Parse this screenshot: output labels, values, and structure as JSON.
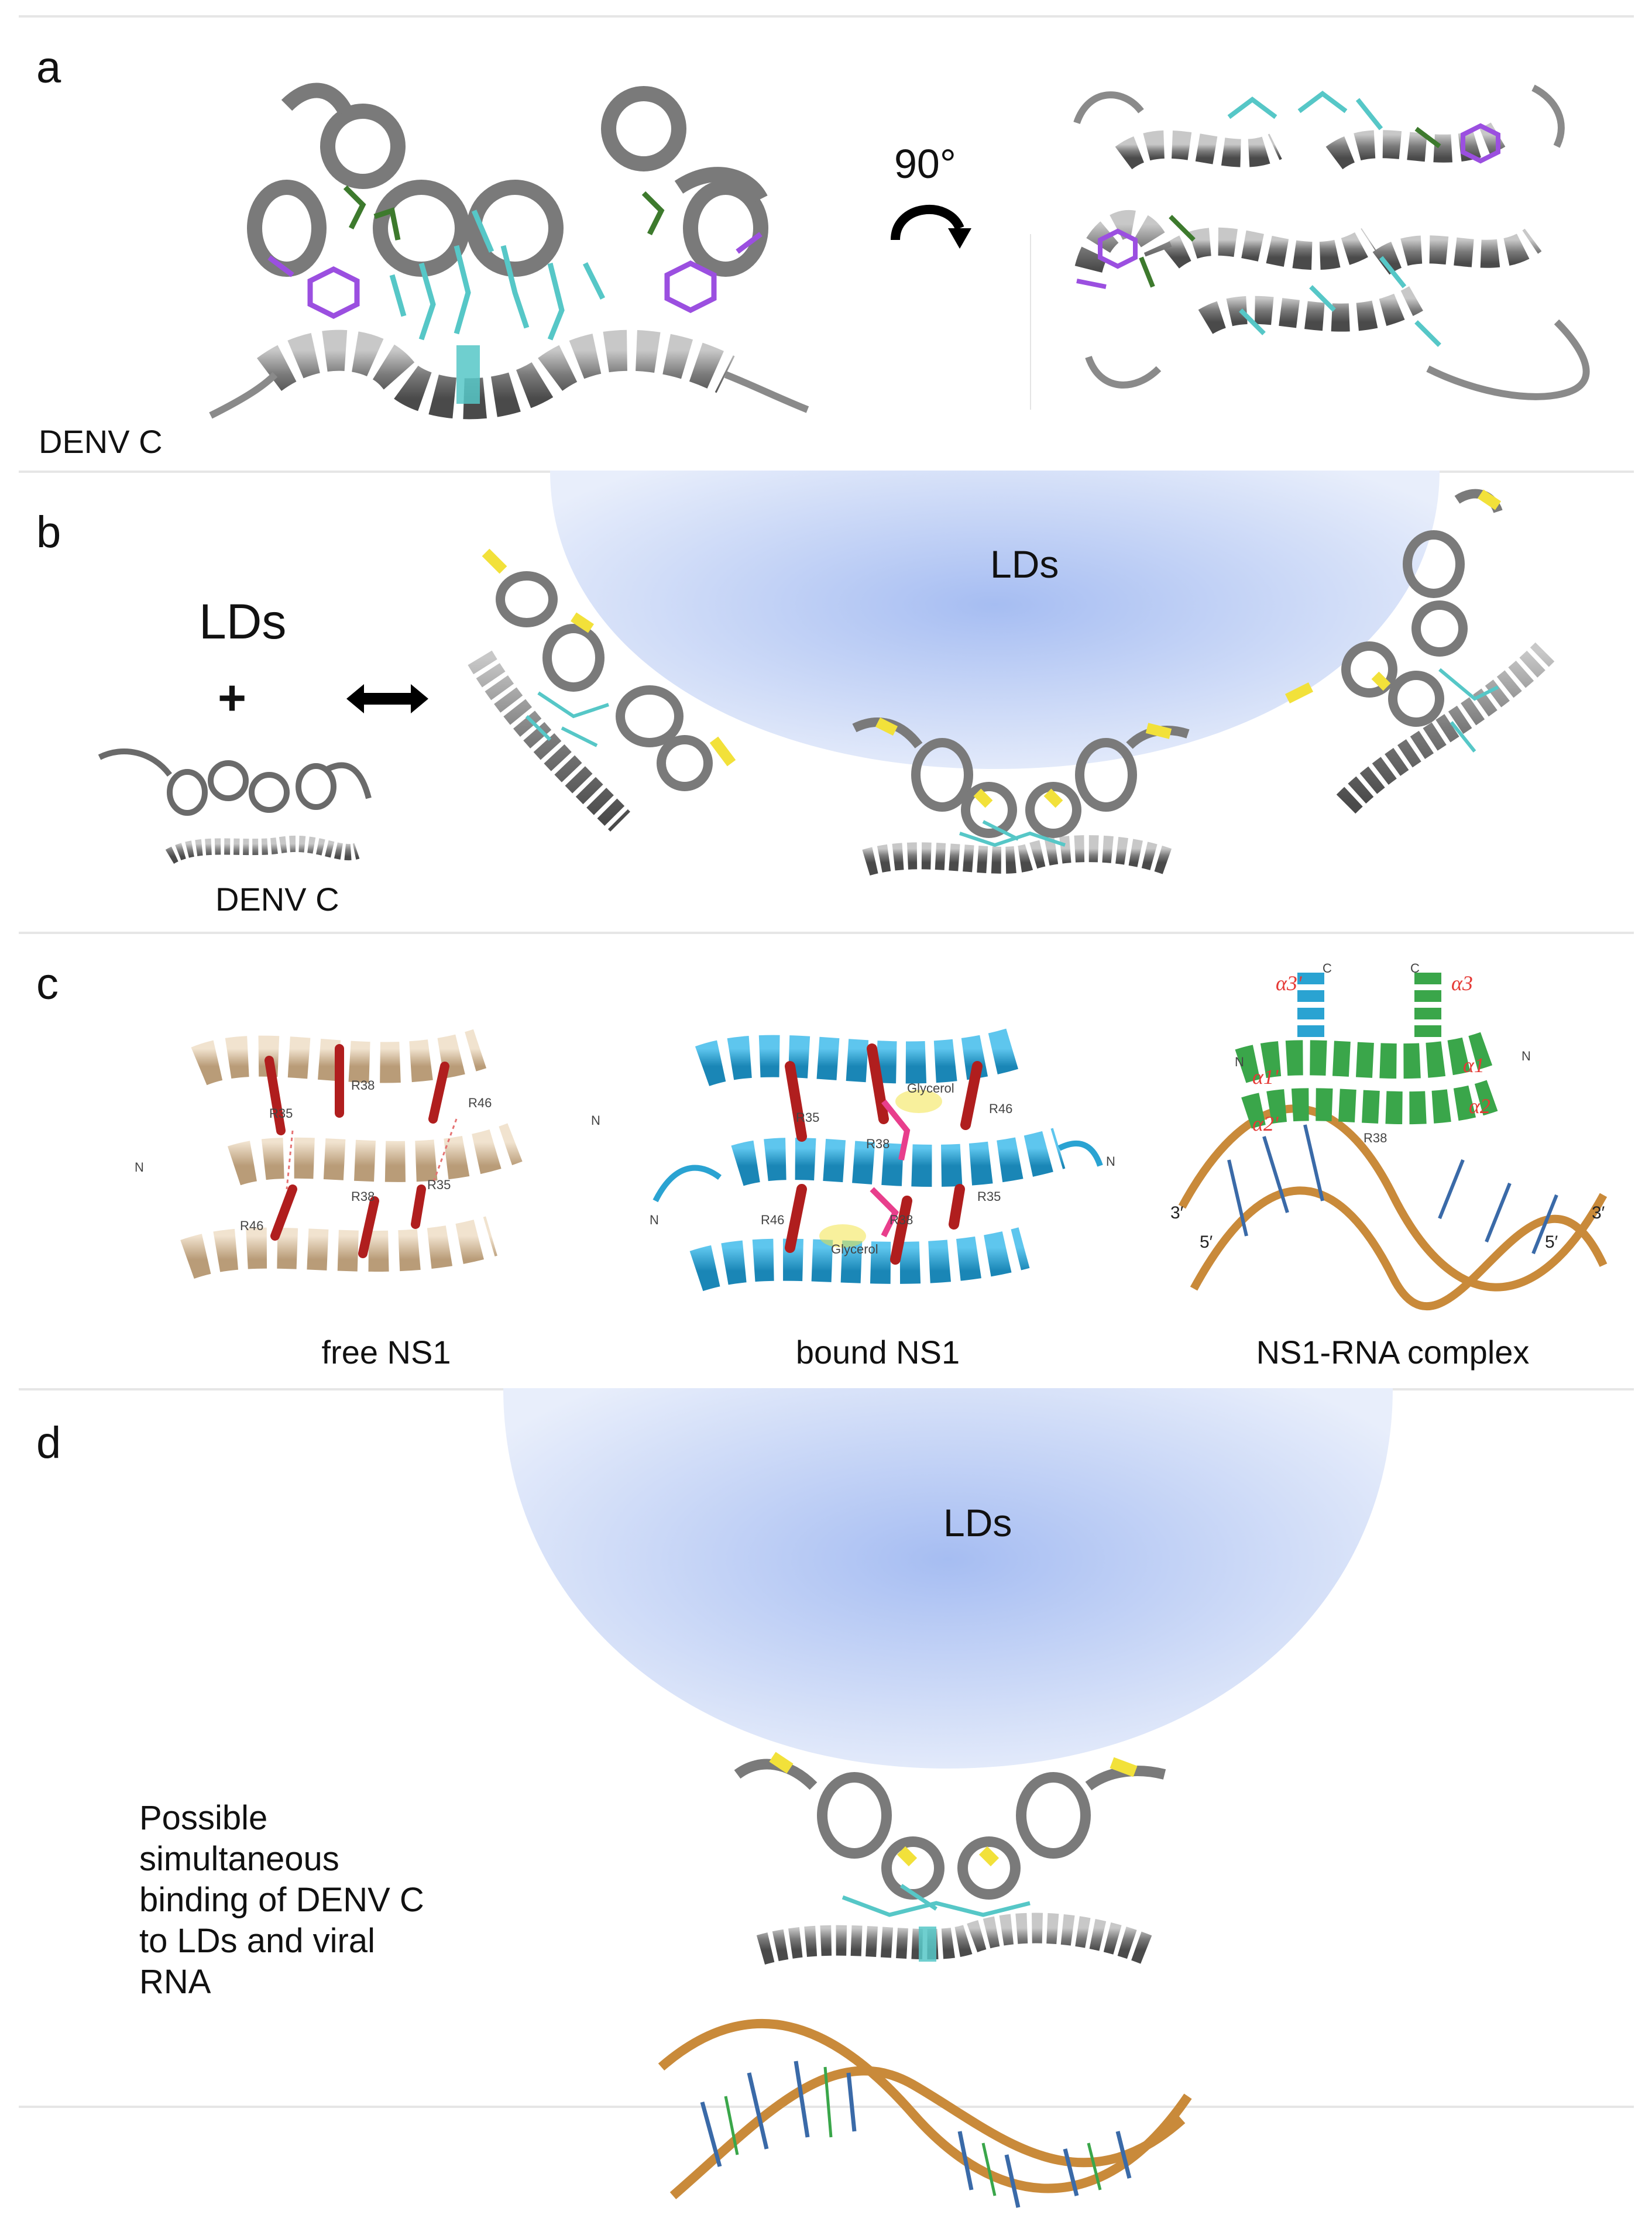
{
  "panels": {
    "a": {
      "label": "a",
      "rotation": "90°",
      "caption": "DENV C"
    },
    "b": {
      "label": "b",
      "lds_left": "LDs",
      "plus": "+",
      "caption": "DENV C",
      "lds_droplet": "LDs"
    },
    "c": {
      "label": "c",
      "captions": [
        "free NS1",
        "bound NS1",
        "NS1-RNA complex"
      ],
      "free_residues": [
        "R35",
        "R38",
        "R46",
        "R46",
        "R38",
        "R35"
      ],
      "bound_residues": [
        "R35",
        "R38",
        "R46",
        "R46",
        "R38",
        "R35"
      ],
      "bound_ligands": [
        "Glycerol",
        "Glycerol"
      ],
      "complex_labels": {
        "a3p": "α3'",
        "a3": "α3",
        "a1p": "α1'",
        "a1": "α1",
        "a2p": "α2'",
        "a2": "α2",
        "c1": "C",
        "c2": "C",
        "n1": "N",
        "n2": "N",
        "p3a": "3′",
        "p5a": "5′",
        "p5b": "5′",
        "p3b": "3′",
        "r38": "R38"
      },
      "termini": [
        "N",
        "N",
        "N",
        "N"
      ]
    },
    "d": {
      "label": "d",
      "lds": "LDs",
      "description_lines": [
        "Possible",
        "simultaneous",
        "binding of DENV C",
        "to LDs and viral",
        "RNA"
      ]
    }
  },
  "colors": {
    "ribbon": "#8a8a8a",
    "ribbon_dark": "#5a5a5a",
    "cyan_sticks": "#56c7c7",
    "green_sticks": "#3d7a2d",
    "purple_sticks": "#9b4fe0",
    "yellow_helix": "#f2e13a",
    "tan_ribbon": "#d9c2a3",
    "blue_ribbon": "#2aa3d2",
    "red_residue": "#b01e1e",
    "green_ribbon": "#3aa64a",
    "rna_backbone": "#c98a3a",
    "ld_blue": "#a9bff0"
  }
}
